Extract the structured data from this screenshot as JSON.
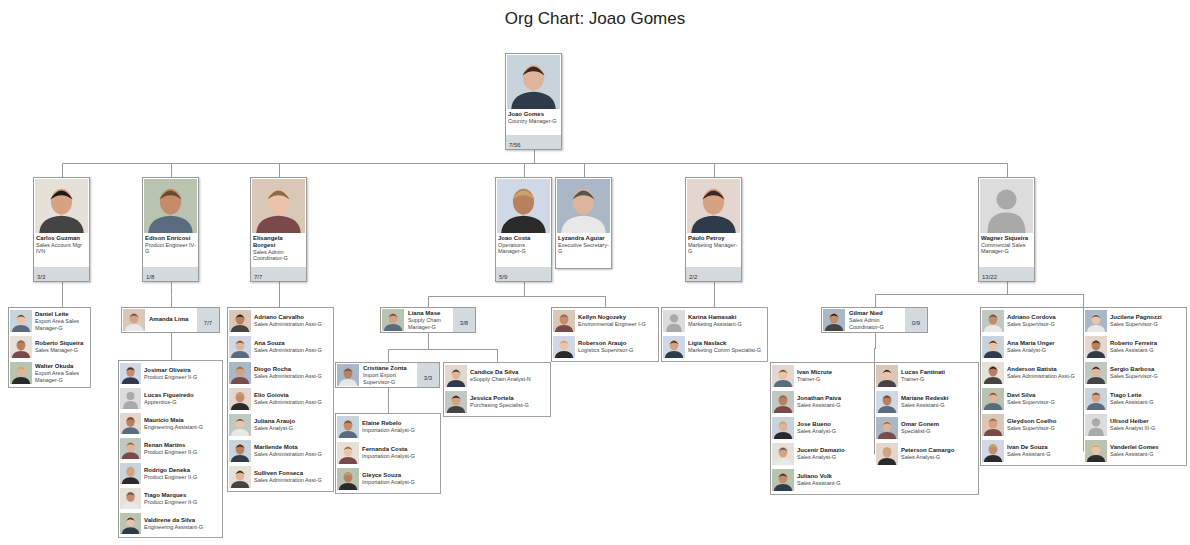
{
  "diagram": {
    "title": "Org Chart: Joao Gomes",
    "nodes": [
      {
        "text": [
          "Joao Gomes",
          "Country Manager-G",
          "7/56"
        ]
      },
      {
        "text": [
          "Carlos Guzman",
          "Sales Account Mgr IVN",
          "3/3"
        ]
      },
      {
        "text": [
          "Edison Enricosi",
          "Product Engineer IV-G",
          "1/8"
        ]
      },
      {
        "text": [
          "Elisangela Borgesi",
          "Sales Admin Coordinator-G",
          "7/7"
        ]
      },
      {
        "text": [
          "Joao Costa",
          "Operations Manager-G",
          "5/9"
        ]
      },
      {
        "text": [
          "Lyzandra Aguiar",
          "Executive Secretary-G"
        ]
      },
      {
        "text": [
          "Paulo Petroy",
          "Marketing Manager-G",
          "2/2"
        ]
      },
      {
        "text": [
          "Wagner Siqueira",
          "Commercial Sales Manager-G",
          "13/22"
        ]
      },
      {
        "text": [
          "Daniel Leite",
          "Export Area Sales Manager-G"
        ]
      },
      {
        "text": [
          "Roberto Siqueira",
          "Sales Manager-G"
        ]
      },
      {
        "text": [
          "Walter Okuda",
          "Export Area Sales Manager-G"
        ]
      },
      {
        "text": [
          "Amanda Lima",
          "7/7"
        ]
      },
      {
        "text": [
          "Josimar Oliveira",
          "Product Engineer II-G"
        ]
      },
      {
        "text": [
          "Lucas Figueiredo",
          "Apprentice-G"
        ]
      },
      {
        "text": [
          "Mauricio Maia",
          "Engineering Assistant-G"
        ]
      },
      {
        "text": [
          "Renan Martins",
          "Product Engineer II-G"
        ]
      },
      {
        "text": [
          "Rodrigo Deneka",
          "Product Engineer II-G"
        ]
      },
      {
        "text": [
          "Tiago Marques",
          "Product Engineer II-G"
        ]
      },
      {
        "text": [
          "Valdirene da Silva",
          "Engineering Assistant-G"
        ]
      },
      {
        "text": [
          "Adriano Carvalho",
          "Sales Administration Asst-G"
        ]
      },
      {
        "text": [
          "Ana Souza",
          "Sales Administration Asst-G"
        ]
      },
      {
        "text": [
          "Diogo Rocha",
          "Sales Administration Asst-G"
        ]
      },
      {
        "text": [
          "Elio Goiovia",
          "Sales Administration Asst-G"
        ]
      },
      {
        "text": [
          "Juliana Araujo",
          "Sales Analyst-G"
        ]
      },
      {
        "text": [
          "Marilende Mota",
          "Sales Administration Asst-G"
        ]
      },
      {
        "text": [
          "Sulliven Fonseca",
          "Sales Administration Asst-G"
        ]
      },
      {
        "text": [
          "Liana Mase",
          "Supply Chain Manager-G",
          "3/8"
        ]
      },
      {
        "text": [
          "Kellyn Nogozeky",
          "Environmental Engineer I-G"
        ]
      },
      {
        "text": [
          "Roberson Araujo",
          "Logistics Supervisor-G"
        ]
      },
      {
        "text": [
          "Cristiane Zonta",
          "Import Export Supervisor-G",
          "3/3"
        ]
      },
      {
        "text": [
          "Candice Da Silva",
          "eSupply Chain Analyst-N"
        ]
      },
      {
        "text": [
          "Jessica Portela",
          "Purchasing Specialist-G"
        ]
      },
      {
        "text": [
          "Elaine Rebelo",
          "Importation Analyst-G"
        ]
      },
      {
        "text": [
          "Fernanda Costa",
          "Importation Analyst-G"
        ]
      },
      {
        "text": [
          "Gleyce Souza",
          "Importation Analyst-G"
        ]
      },
      {
        "text": [
          "Karina Hamasaki",
          "Marketing Assistant-G"
        ]
      },
      {
        "text": [
          "Ligia Naslack",
          "Marketing Comm Specialist-G"
        ]
      },
      {
        "text": [
          "Gilmar Nied",
          "Sales Admin Coordinator-G",
          "0/9"
        ]
      },
      {
        "text": [
          "Ivan Micrute",
          "Trainer-G"
        ]
      },
      {
        "text": [
          "Jonathan Paiva",
          "Sales Assistant-G"
        ]
      },
      {
        "text": [
          "Jose Bueno",
          "Sales Analyst-G"
        ]
      },
      {
        "text": [
          "Jucenir Damazio",
          "Sales Analyst-G"
        ]
      },
      {
        "text": [
          "Juliano Volk",
          "Sales Assistant-G"
        ]
      },
      {
        "text": [
          "Lucas Fantinati",
          "Trainer-G"
        ]
      },
      {
        "text": [
          "Mariane Redeski",
          "Sales Assistant-G"
        ]
      },
      {
        "text": [
          "Omar Gonem",
          "Specialist-G"
        ]
      },
      {
        "text": [
          "Peterson Camargo",
          "Sales Analyst-G"
        ]
      },
      {
        "text": [
          "Adriano Cordova",
          "Sales Supervisor-G"
        ]
      },
      {
        "text": [
          "Ana Maria Unger",
          "Sales Analyst-G"
        ]
      },
      {
        "text": [
          "Anderson Batista",
          "Sales Administration Asst-G"
        ]
      },
      {
        "text": [
          "Davi Silva",
          "Sales Supervisor-G"
        ]
      },
      {
        "text": [
          "Gleydson Coelho",
          "Sales Supervisor-G"
        ]
      },
      {
        "text": [
          "Ivan De Souza",
          "Sales Assistant-G"
        ]
      },
      {
        "text": [
          "Jucilene Pagnozzi",
          "Sales Supervisor-G"
        ]
      },
      {
        "text": [
          "Roberto Ferreira",
          "Sales Assistant-G"
        ]
      },
      {
        "text": [
          "Sergio Barbosa",
          "Sales Supervisor-G"
        ]
      },
      {
        "text": [
          "Tiago Leite",
          "Sales Assistant-G"
        ]
      },
      {
        "text": [
          "Ulisod Heiber",
          "Sales Analyst III-G"
        ]
      },
      {
        "text": [
          "Vanderlei Gomes",
          "Sales Assistant-G"
        ]
      }
    ],
    "edges": [
      {
        "from": 0,
        "to": 1,
        "arrow": "none"
      },
      {
        "from": 0,
        "to": 2,
        "arrow": "none"
      },
      {
        "from": 0,
        "to": 3,
        "arrow": "none"
      },
      {
        "from": 0,
        "to": 4,
        "arrow": "none"
      },
      {
        "from": 0,
        "to": 5,
        "arrow": "none"
      },
      {
        "from": 0,
        "to": 6,
        "arrow": "none"
      },
      {
        "from": 0,
        "to": 7,
        "arrow": "none"
      },
      {
        "from": 1,
        "to": 8,
        "arrow": "none"
      },
      {
        "from": 1,
        "to": 9,
        "arrow": "none"
      },
      {
        "from": 1,
        "to": 10,
        "arrow": "none"
      },
      {
        "from": 2,
        "to": 11,
        "arrow": "none"
      },
      {
        "from": 11,
        "to": 12,
        "arrow": "none"
      },
      {
        "from": 11,
        "to": 13,
        "arrow": "none"
      },
      {
        "from": 11,
        "to": 14,
        "arrow": "none"
      },
      {
        "from": 11,
        "to": 15,
        "arrow": "none"
      },
      {
        "from": 11,
        "to": 16,
        "arrow": "none"
      },
      {
        "from": 11,
        "to": 17,
        "arrow": "none"
      },
      {
        "from": 11,
        "to": 18,
        "arrow": "none"
      },
      {
        "from": 3,
        "to": 19,
        "arrow": "none"
      },
      {
        "from": 3,
        "to": 20,
        "arrow": "none"
      },
      {
        "from": 3,
        "to": 21,
        "arrow": "none"
      },
      {
        "from": 3,
        "to": 22,
        "arrow": "none"
      },
      {
        "from": 3,
        "to": 23,
        "arrow": "none"
      },
      {
        "from": 3,
        "to": 24,
        "arrow": "none"
      },
      {
        "from": 3,
        "to": 25,
        "arrow": "none"
      },
      {
        "from": 4,
        "to": 26,
        "arrow": "none"
      },
      {
        "from": 4,
        "to": 27,
        "arrow": "none"
      },
      {
        "from": 4,
        "to": 28,
        "arrow": "none"
      },
      {
        "from": 26,
        "to": 29,
        "arrow": "none"
      },
      {
        "from": 26,
        "to": 30,
        "arrow": "none"
      },
      {
        "from": 26,
        "to": 31,
        "arrow": "none"
      },
      {
        "from": 29,
        "to": 32,
        "arrow": "none"
      },
      {
        "from": 29,
        "to": 33,
        "arrow": "none"
      },
      {
        "from": 29,
        "to": 34,
        "arrow": "none"
      },
      {
        "from": 6,
        "to": 35,
        "arrow": "none"
      },
      {
        "from": 6,
        "to": 36,
        "arrow": "none"
      },
      {
        "from": 7,
        "to": 37,
        "arrow": "none"
      },
      {
        "from": 37,
        "to": 38,
        "arrow": "none"
      },
      {
        "from": 37,
        "to": 39,
        "arrow": "none"
      },
      {
        "from": 37,
        "to": 40,
        "arrow": "none"
      },
      {
        "from": 37,
        "to": 41,
        "arrow": "none"
      },
      {
        "from": 37,
        "to": 42,
        "arrow": "none"
      },
      {
        "from": 37,
        "to": 43,
        "arrow": "none"
      },
      {
        "from": 37,
        "to": 44,
        "arrow": "none"
      },
      {
        "from": 37,
        "to": 45,
        "arrow": "none"
      },
      {
        "from": 37,
        "to": 46,
        "arrow": "none"
      },
      {
        "from": 7,
        "to": 47,
        "arrow": "none"
      },
      {
        "from": 7,
        "to": 48,
        "arrow": "none"
      },
      {
        "from": 7,
        "to": 49,
        "arrow": "none"
      },
      {
        "from": 7,
        "to": 50,
        "arrow": "none"
      },
      {
        "from": 7,
        "to": 51,
        "arrow": "none"
      },
      {
        "from": 7,
        "to": 52,
        "arrow": "none"
      },
      {
        "from": 7,
        "to": 53,
        "arrow": "none"
      },
      {
        "from": 7,
        "to": 54,
        "arrow": "none"
      },
      {
        "from": 7,
        "to": 55,
        "arrow": "none"
      },
      {
        "from": 7,
        "to": 56,
        "arrow": "none"
      },
      {
        "from": 7,
        "to": 57,
        "arrow": "none"
      },
      {
        "from": 7,
        "to": 58,
        "arrow": "none"
      }
    ]
  }
}
